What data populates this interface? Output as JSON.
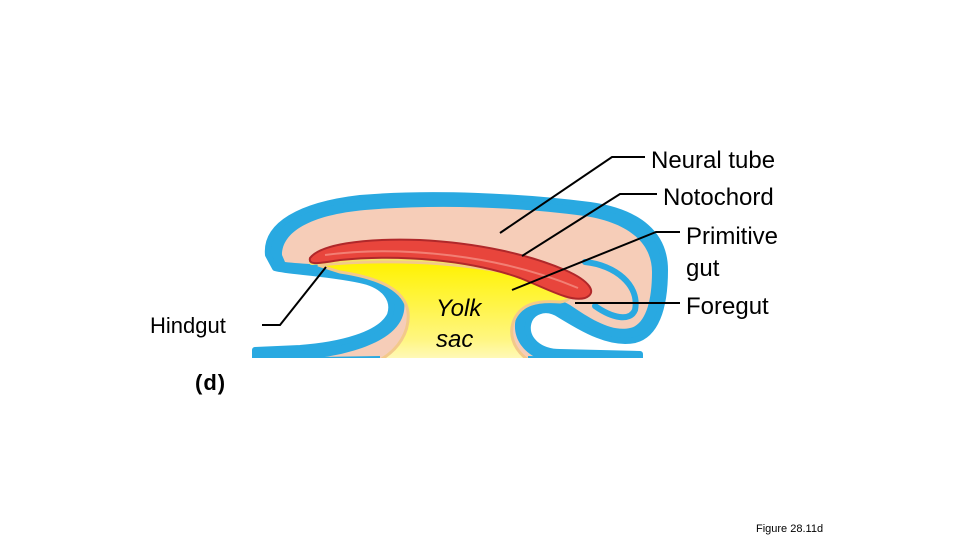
{
  "labels": {
    "neural_tube": "Neural tube",
    "notochord": "Notochord",
    "primitive_gut_line1": "Primitive",
    "primitive_gut_line2": "gut",
    "foregut": "Foregut",
    "hindgut": "Hindgut",
    "yolk_sac_line1": "Yolk",
    "yolk_sac_line2": "sac",
    "panel": "(d)"
  },
  "caption": "Figure 28.11d",
  "colors": {
    "ectoderm": "#29a9e1",
    "mesoderm": "#f6cdb8",
    "neural_tube": "#e8453c",
    "endoderm": "#f3e36a",
    "yolk": "#fff36b"
  }
}
